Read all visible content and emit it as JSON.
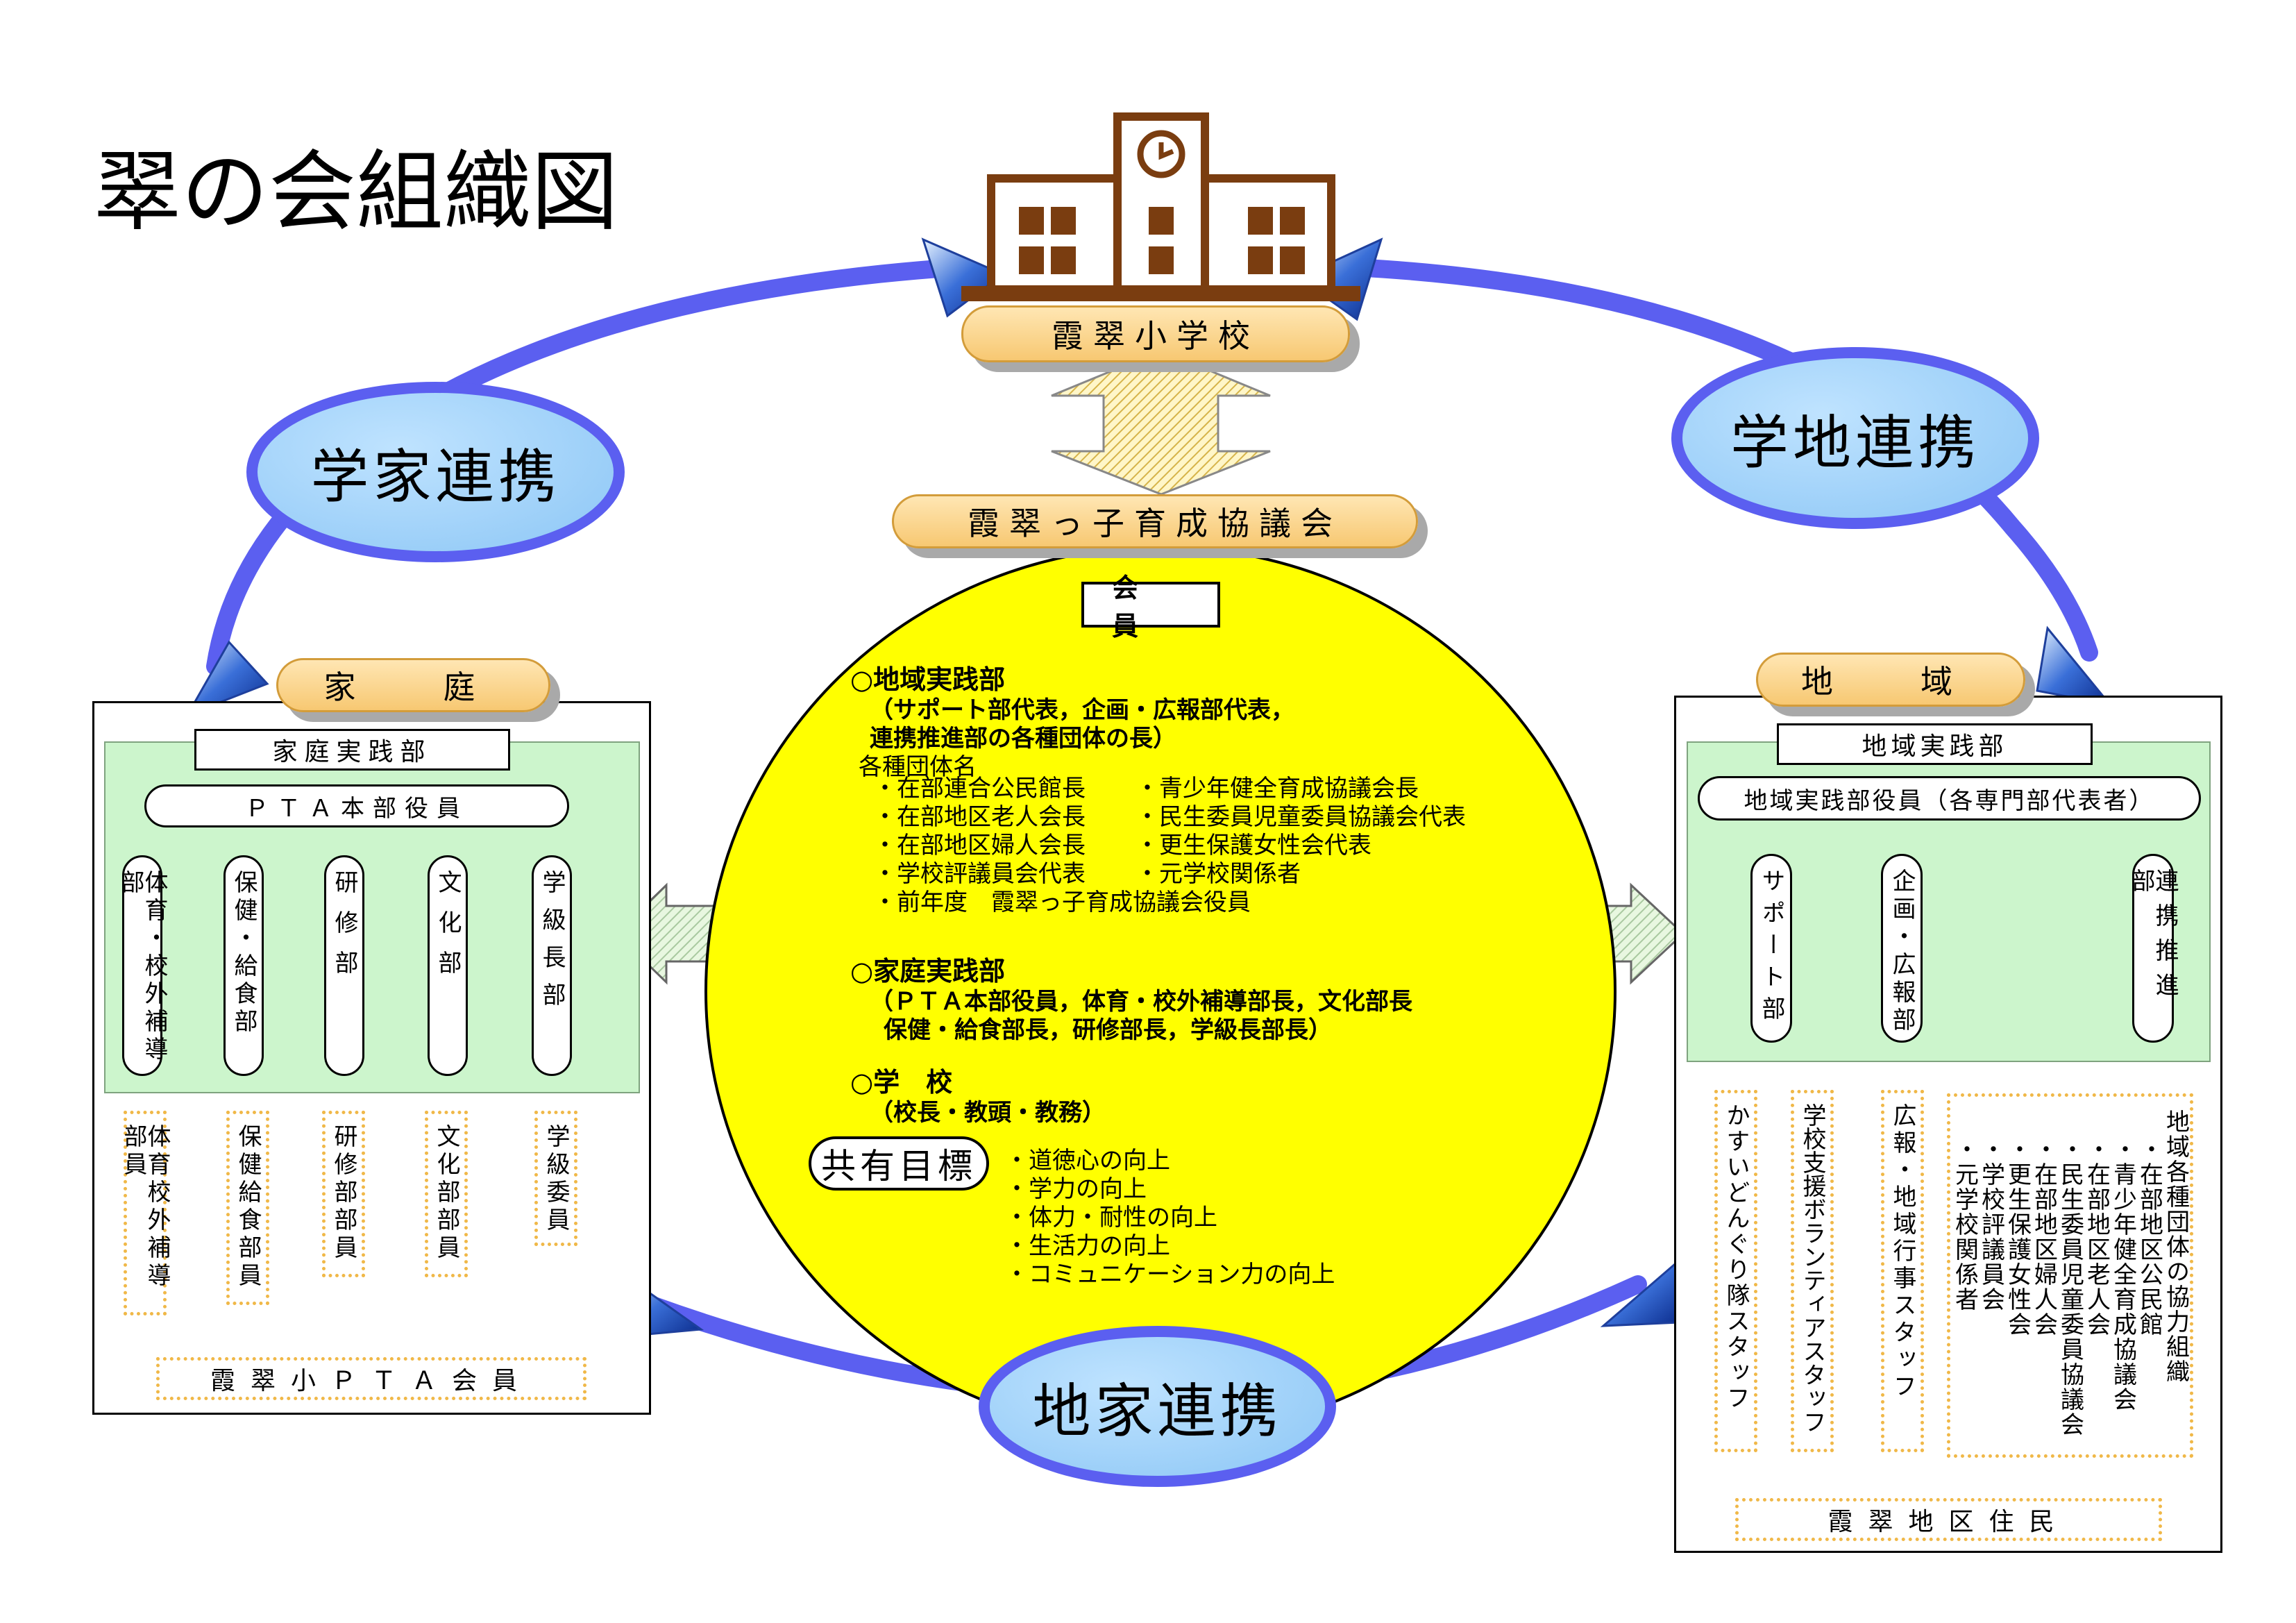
{
  "title": "翠の会組織図",
  "school": "霞翠小学校",
  "council": "霞翠っ子育成協議会",
  "links": {
    "school_home": "学家連携",
    "school_region": "学地連携",
    "region_home": "地家連携"
  },
  "members": {
    "label": "会員",
    "region_section": {
      "heading": "○地域実践部",
      "detail_lines": [
        "（サポート部代表，企画・広報部代表，",
        "連携推進部の各種団体の長）"
      ],
      "groups_label": "各種団体名",
      "groups_left": [
        "・在部連合公民館長",
        "・在部地区老人会長",
        "・在部地区婦人会長",
        "・学校評議員会代表",
        "・前年度　霞翠っ子育成協議会役員"
      ],
      "groups_right": [
        "・青少年健全育成協議会長",
        "・民生委員児童委員協議会代表",
        "・更生保護女性会代表",
        "・元学校関係者"
      ]
    },
    "home_section": {
      "heading": "○家庭実践部",
      "detail_lines": [
        "（ＰＴＡ本部役員，体育・校外補導部長，文化部長",
        "保健・給食部長，研修部長，学級長部長）"
      ]
    },
    "school_section": {
      "heading": "○学　校",
      "detail_lines": [
        "（校長・教頭・教務）"
      ]
    },
    "goal": {
      "label": "共有目標",
      "items": [
        "・道徳心の向上",
        "・学力の向上",
        "・体力・耐性の向上",
        "・生活力の向上",
        "・コミュニケーション力の向上"
      ]
    }
  },
  "home": {
    "header": "家　庭",
    "practice": "家庭実践部",
    "officers": "ＰＴＡ本部役員",
    "departments": [
      "体育・校外補導部",
      "保健・給食部",
      "研修部",
      "文化部",
      "学級長部"
    ],
    "members": [
      "体育校外補導部員",
      "保健給食部員",
      "研修部部員",
      "文化部部員",
      "学級委員"
    ],
    "all_members": "霞翠小ＰＴＡ会員"
  },
  "region": {
    "header": "地　域",
    "practice": "地域実践部",
    "officers": "地域実践部役員（各専門部代表者）",
    "departments": [
      "サポート部",
      "企画・広報部",
      "連携推進部"
    ],
    "staff": [
      "かすいどんぐり隊スタッフ",
      "学校支援ボランティアスタッフ",
      "広報・地域行事スタッフ"
    ],
    "coop": {
      "title": "地域各種団体の協力組織",
      "items": [
        "・在部地区公民館",
        "・青少年健全育成協議会",
        "・在部地区老人会",
        "・民生委員児童委員協議会",
        "・在部地区婦人会",
        "・更生保護女性会",
        "・学校評議員会",
        "・元学校関係者"
      ]
    },
    "residents": "霞翠地区住民"
  },
  "colors": {
    "ring": "#5b5ff0",
    "oval_fill": "#9fd0fa",
    "pill": "#f7c872",
    "green": "#ccf5cc",
    "circle": "#ffff00",
    "building": "#7a3d10"
  }
}
